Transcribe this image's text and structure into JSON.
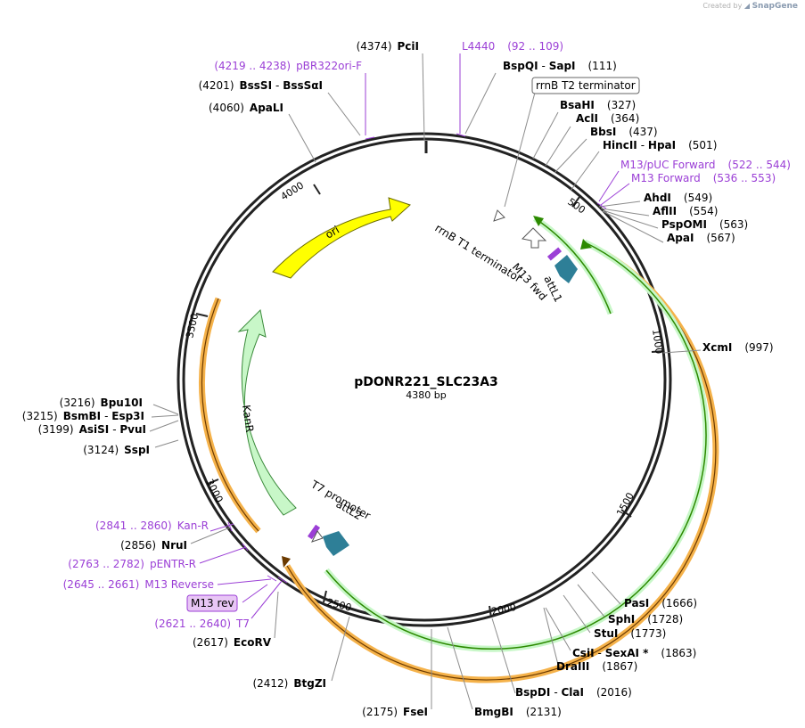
{
  "credit": {
    "prefix": "Created by",
    "brand": "SnapGene"
  },
  "plasmid": {
    "name": "pDONR221_SLC23A3",
    "length_label": "4380 bp",
    "length": 4380
  },
  "ticks": [
    "500",
    "1000",
    "1500",
    "2000",
    "2500",
    "3000",
    "3500",
    "4000"
  ],
  "enzymes": [
    {
      "pos": "(4374)",
      "name": "PciI"
    },
    {
      "pos": "(111)",
      "name": "BspQI",
      "alt": "SapI"
    },
    {
      "pos": "(327)",
      "name": "BsaHI"
    },
    {
      "pos": "(364)",
      "name": "AclI"
    },
    {
      "pos": "(437)",
      "name": "BbsI"
    },
    {
      "pos": "(501)",
      "name": "HincII",
      "alt": "HpaI"
    },
    {
      "pos": "(549)",
      "name": "AhdI"
    },
    {
      "pos": "(554)",
      "name": "AflII"
    },
    {
      "pos": "(563)",
      "name": "PspOMI"
    },
    {
      "pos": "(567)",
      "name": "ApaI"
    },
    {
      "pos": "(997)",
      "name": "XcmI"
    },
    {
      "pos": "(1666)",
      "name": "PasI"
    },
    {
      "pos": "(1728)",
      "name": "SphI"
    },
    {
      "pos": "(1773)",
      "name": "StuI"
    },
    {
      "pos": "(1863)",
      "name": "CsiI",
      "alt": "SexAI *"
    },
    {
      "pos": "(1867)",
      "name": "DraIII"
    },
    {
      "pos": "(2016)",
      "name": "BspDI",
      "alt": "ClaI"
    },
    {
      "pos": "(2131)",
      "name": "BmgBI"
    },
    {
      "pos": "(2175)",
      "name": "FseI"
    },
    {
      "pos": "(2412)",
      "name": "BtgZI"
    },
    {
      "pos": "(2617)",
      "name": "EcoRV"
    },
    {
      "pos": "(2856)",
      "name": "NruI"
    },
    {
      "pos": "(3124)",
      "name": "SspI"
    },
    {
      "pos": "(3199)",
      "name": "AsiSI",
      "alt": "PvuI"
    },
    {
      "pos": "(3215)",
      "name": "BsmBI",
      "alt": "Esp3I"
    },
    {
      "pos": "(3216)",
      "name": "Bpu10I"
    },
    {
      "pos": "(4060)",
      "name": "ApaLI"
    },
    {
      "pos": "(4201)",
      "name": "BssSI",
      "alt": "BssSαI"
    }
  ],
  "primers": [
    {
      "name": "L4440",
      "range": "(92 .. 109)"
    },
    {
      "name": "M13/pUC Forward",
      "range": "(522 .. 544)"
    },
    {
      "name": "M13 Forward",
      "range": "(536 .. 553)"
    },
    {
      "name": "Kan-R",
      "range": "(2841 .. 2860)"
    },
    {
      "name": "pENTR-R",
      "range": "(2763 .. 2782)"
    },
    {
      "name": "M13 Reverse",
      "range": "(2645 .. 2661)"
    },
    {
      "name": "T7",
      "range": "(2621 .. 2640)"
    },
    {
      "name": "pBR322ori-F",
      "range": "(4219 .. 4238)"
    }
  ],
  "boxed_labels": {
    "terminator": "rrnB T2 terminator",
    "m13rev": "M13 rev"
  },
  "features": {
    "ori": "ori",
    "kanr": "KanR",
    "rrnb_t1": "rrnB T1 terminator",
    "m13_fwd": "M13 fwd",
    "attl1": "attL1",
    "t7_promoter": "T7 promoter",
    "attl2": "attL2"
  },
  "colors": {
    "ori": "#ffff00",
    "kanr": "#c8f7c8",
    "attl": "#2e7f97",
    "primer": "#9b3fd6",
    "green_arc": "#2c8a00",
    "orange_arc": "#f5b24a"
  }
}
